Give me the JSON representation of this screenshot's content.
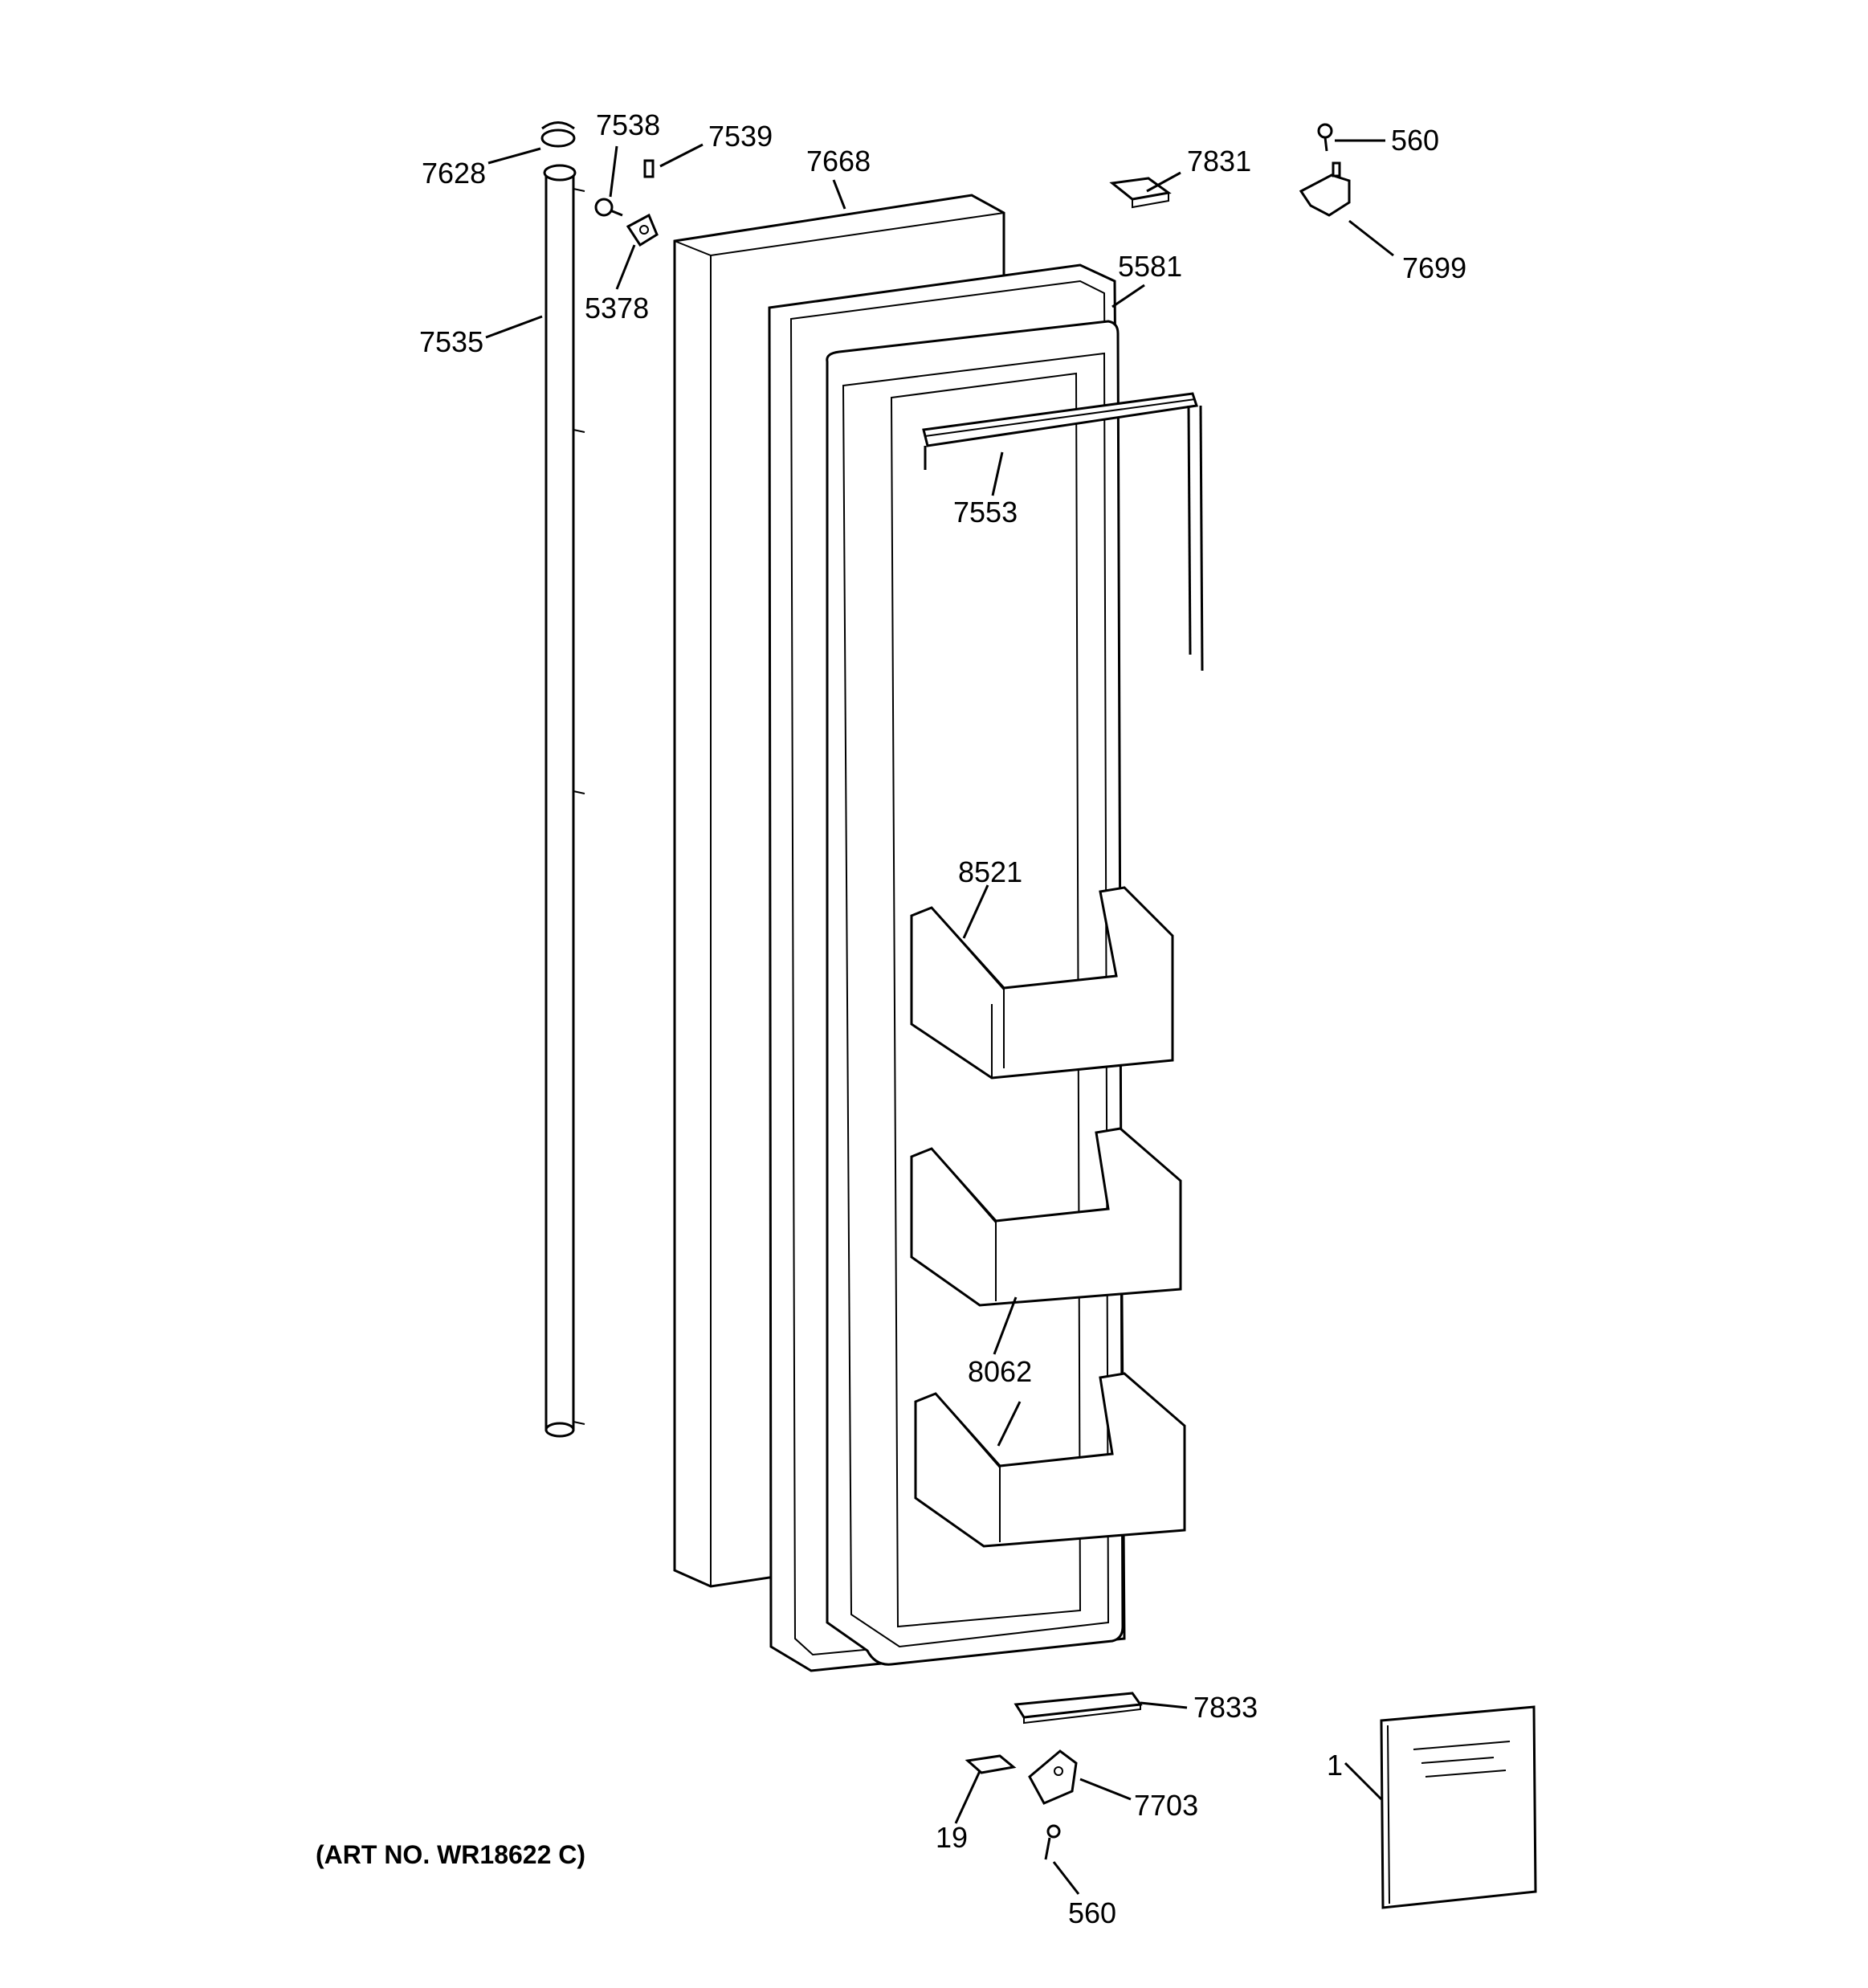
{
  "diagram": {
    "art_number": "(ART NO. WR18622 C)",
    "callouts": {
      "c7628": "7628",
      "c7538": "7538",
      "c7539": "7539",
      "c7668": "7668",
      "c7831": "7831",
      "c560_top": "560",
      "c7699": "7699",
      "c5581": "5581",
      "c5378": "5378",
      "c7535": "7535",
      "c7553": "7553",
      "c8521": "8521",
      "c8062": "8062",
      "c7833": "7833",
      "c7703": "7703",
      "c19": "19",
      "c560_bottom": "560",
      "c1": "1"
    }
  }
}
